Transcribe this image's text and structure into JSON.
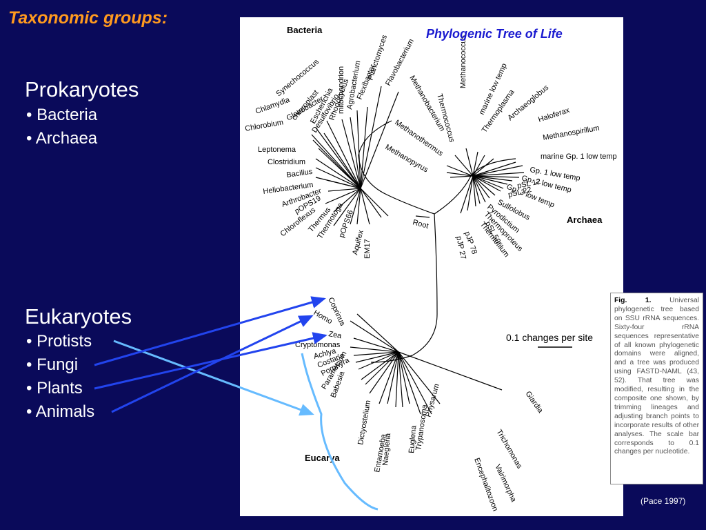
{
  "slide": {
    "title": "Taxonomic groups:",
    "citation": "(Pace 1997)"
  },
  "prokaryotes": {
    "heading": "Prokaryotes",
    "items": [
      "• Bacteria",
      "• Archaea"
    ]
  },
  "eukaryotes": {
    "heading": "Eukaryotes",
    "items": [
      "• Protists",
      "• Fungi",
      "• Plants",
      "• Animals"
    ]
  },
  "tree": {
    "title": "Phylogenic Tree of Life",
    "domains": {
      "bacteria": "Bacteria",
      "archaea": "Archaea",
      "eucarya": "Eucarya"
    },
    "root": "Root",
    "scale_label": "0.1 changes per site",
    "bacteria_taxa": [
      "Flavobacterium",
      "Planctomyces",
      "Flexibacter",
      "Agrobacterium",
      "mitochondrion",
      "Rhodocyclus",
      "Escherichia",
      "Desulfovibrio",
      "chloroplast",
      "Synechococcus",
      "Gloeobacter",
      "Chlamydia",
      "Chlorobium",
      "Leptonema",
      "Clostridium",
      "Bacillus",
      "Heliobacterium",
      "Arthrobacter",
      "pOPS19",
      "Chloroflexus",
      "Thermus",
      "Thermotoga",
      "pOPS66",
      "Aquifex",
      "EM17"
    ],
    "archaea_taxa": [
      "Methanobacterium",
      "Thermococcus",
      "Methanococcus",
      "marine low temp",
      "Thermoplasma",
      "Archaeoglobus",
      "Haloferax",
      "Methanospirillum",
      "Methanothermus",
      "Methanopyrus",
      "marine Gp. 1 low temp",
      "Gp. 1 low temp",
      "Gp. 2 low temp",
      "pSL 12",
      "pSL 22",
      "Gp. 3 low temp",
      "Sulfolobus",
      "Pyrodictium",
      "Thermoproteus",
      "Thermofilum",
      "pSL 50",
      "pJP 78",
      "pJP 27"
    ],
    "eucarya_taxa": [
      "Coprinus",
      "Homo",
      "Zea",
      "Cryptomonas",
      "Achlya",
      "Costaria",
      "Porphyra",
      "Paramecium",
      "Babesia",
      "Dictyostelium",
      "Entamoeba",
      "Naegleria",
      "Euglena",
      "Trypanosoma",
      "Physarum",
      "Trichomonas",
      "Vairimorpha",
      "Encephalitozoon",
      "Giardia"
    ]
  },
  "caption": {
    "fig_label": "Fig. 1.",
    "text": "Universal phylogenetic tree based on SSU rRNA sequences. Sixty-four rRNA sequences representative of all known phylogenetic domains were aligned, and a tree was produced using FASTD-NAML (43, 52). That tree was modified, resulting in the composite one shown, by trimming lineages and adjusting branch points to incorporate results of other analyses. The scale bar corresponds to 0.1 changes per nucleotide."
  },
  "colors": {
    "background": "#0a0a5a",
    "title": "#ff9a1f",
    "tree_title": "#1a1ad0",
    "arrow_dark": "#2244ee",
    "arrow_light": "#66bbff"
  }
}
